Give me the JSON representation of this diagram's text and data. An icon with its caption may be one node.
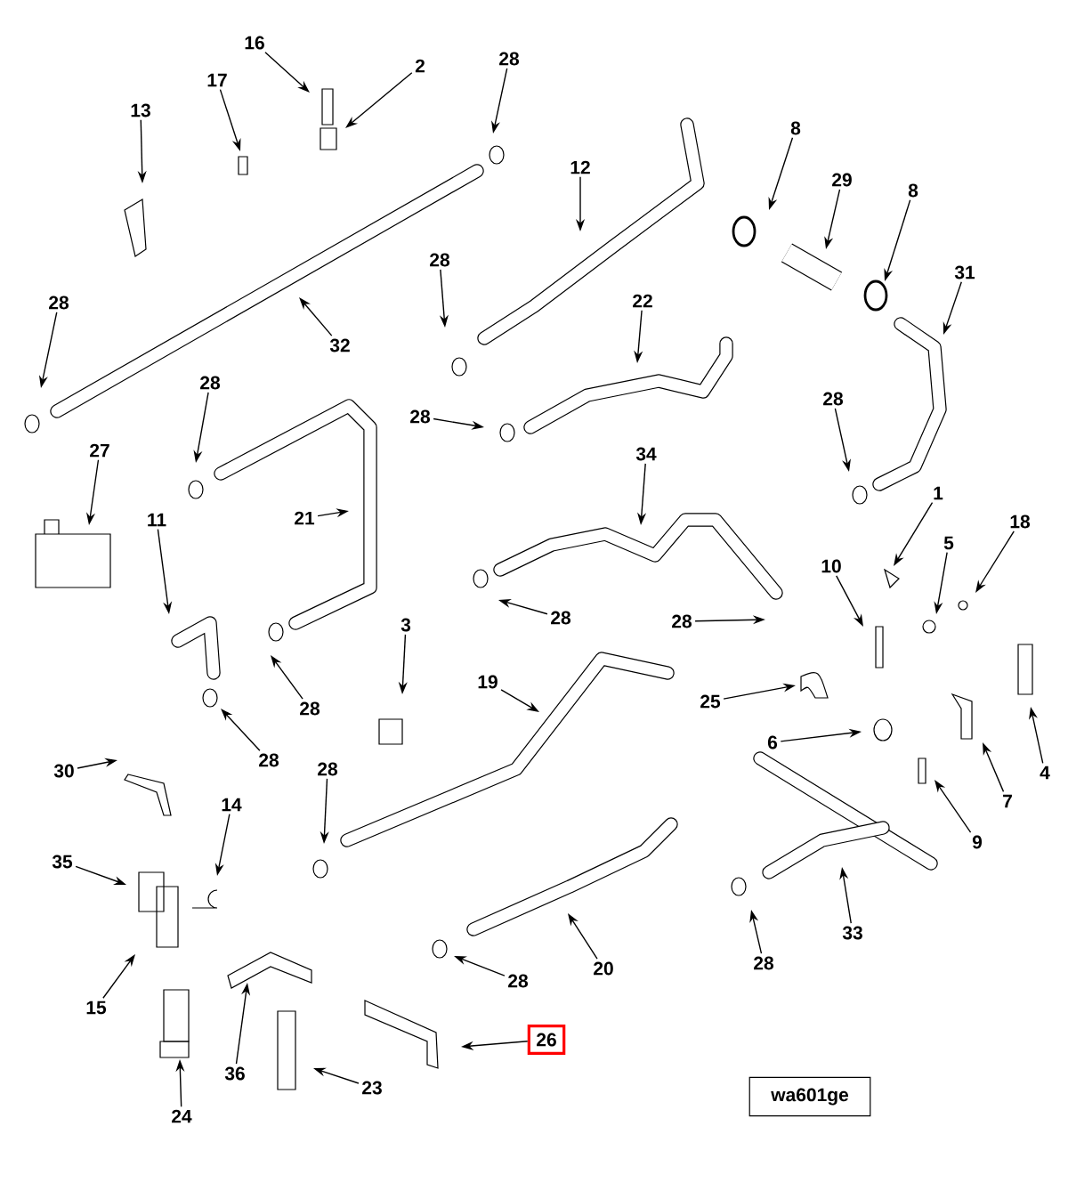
{
  "diagram": {
    "nodes": [
      {
        "text": [
          "16"
        ]
      },
      {
        "text": [
          "2"
        ]
      },
      {
        "text": [
          "28"
        ]
      },
      {
        "text": [
          "17"
        ]
      },
      {
        "text": [
          "13"
        ]
      },
      {
        "text": [
          "12"
        ]
      },
      {
        "text": [
          "8"
        ]
      },
      {
        "text": [
          "29"
        ]
      },
      {
        "text": [
          "8"
        ]
      },
      {
        "text": [
          "28"
        ]
      },
      {
        "text": [
          "32"
        ]
      },
      {
        "text": [
          "28"
        ]
      },
      {
        "text": [
          "31"
        ]
      },
      {
        "text": [
          "22"
        ]
      },
      {
        "text": [
          "28"
        ]
      },
      {
        "text": [
          "28"
        ]
      },
      {
        "text": [
          "28"
        ]
      },
      {
        "text": [
          "27"
        ]
      },
      {
        "text": [
          "21"
        ]
      },
      {
        "text": [
          "34"
        ]
      },
      {
        "text": [
          "1"
        ]
      },
      {
        "text": [
          "11"
        ]
      },
      {
        "text": [
          "5"
        ]
      },
      {
        "text": [
          "18"
        ]
      },
      {
        "text": [
          "10"
        ]
      },
      {
        "text": [
          "28"
        ]
      },
      {
        "text": [
          "28"
        ]
      },
      {
        "text": [
          "3"
        ]
      },
      {
        "text": [
          "28"
        ]
      },
      {
        "text": [
          "28"
        ]
      },
      {
        "text": [
          "19"
        ]
      },
      {
        "text": [
          "25"
        ]
      },
      {
        "text": [
          "6"
        ]
      },
      {
        "text": [
          "4"
        ]
      },
      {
        "text": [
          "30"
        ]
      },
      {
        "text": [
          "7"
        ]
      },
      {
        "text": [
          "28"
        ]
      },
      {
        "text": [
          "14"
        ]
      },
      {
        "text": [
          "9"
        ]
      },
      {
        "text": [
          "35"
        ]
      },
      {
        "text": [
          "28"
        ]
      },
      {
        "text": [
          "33"
        ]
      },
      {
        "text": [
          "15"
        ]
      },
      {
        "text": [
          "20"
        ]
      },
      {
        "text": [
          "28"
        ]
      },
      {
        "text": [
          "36"
        ]
      },
      {
        "text": [
          "23"
        ]
      },
      {
        "text": [
          "24"
        ]
      },
      {
        "text": [
          "26"
        ]
      },
      {
        "text": [
          "wa601ge"
        ]
      }
    ],
    "edges": [
      {
        "from": 0,
        "to": null,
        "arrow": "to"
      },
      {
        "from": 1,
        "to": null,
        "arrow": "to"
      },
      {
        "from": 2,
        "to": null,
        "arrow": "to"
      },
      {
        "from": 3,
        "to": null,
        "arrow": "to"
      },
      {
        "from": 4,
        "to": null,
        "arrow": "to"
      },
      {
        "from": 5,
        "to": null,
        "arrow": "to"
      },
      {
        "from": 6,
        "to": null,
        "arrow": "to"
      },
      {
        "from": 7,
        "to": null,
        "arrow": "to"
      },
      {
        "from": 8,
        "to": null,
        "arrow": "to"
      },
      {
        "from": 9,
        "to": null,
        "arrow": "to"
      },
      {
        "from": 10,
        "to": null,
        "arrow": "to"
      },
      {
        "from": 11,
        "to": null,
        "arrow": "to"
      },
      {
        "from": 12,
        "to": null,
        "arrow": "to"
      },
      {
        "from": 13,
        "to": null,
        "arrow": "to"
      },
      {
        "from": 14,
        "to": null,
        "arrow": "to"
      },
      {
        "from": 15,
        "to": null,
        "arrow": "to"
      },
      {
        "from": 16,
        "to": null,
        "arrow": "to"
      },
      {
        "from": 17,
        "to": null,
        "arrow": "to"
      },
      {
        "from": 18,
        "to": null,
        "arrow": "to"
      },
      {
        "from": 19,
        "to": null,
        "arrow": "to"
      },
      {
        "from": 20,
        "to": null,
        "arrow": "to"
      },
      {
        "from": 21,
        "to": null,
        "arrow": "to"
      },
      {
        "from": 22,
        "to": null,
        "arrow": "to"
      },
      {
        "from": 23,
        "to": null,
        "arrow": "to"
      },
      {
        "from": 24,
        "to": null,
        "arrow": "to"
      },
      {
        "from": 25,
        "to": null,
        "arrow": "to"
      },
      {
        "from": 26,
        "to": null,
        "arrow": "to"
      },
      {
        "from": 27,
        "to": null,
        "arrow": "to"
      },
      {
        "from": 28,
        "to": null,
        "arrow": "to"
      },
      {
        "from": 29,
        "to": null,
        "arrow": "to"
      },
      {
        "from": 30,
        "to": null,
        "arrow": "to"
      },
      {
        "from": 31,
        "to": null,
        "arrow": "to"
      },
      {
        "from": 32,
        "to": null,
        "arrow": "to"
      },
      {
        "from": 33,
        "to": null,
        "arrow": "to"
      },
      {
        "from": 34,
        "to": null,
        "arrow": "to"
      },
      {
        "from": 35,
        "to": null,
        "arrow": "to"
      },
      {
        "from": 36,
        "to": null,
        "arrow": "to"
      },
      {
        "from": 37,
        "to": null,
        "arrow": "to"
      },
      {
        "from": 38,
        "to": null,
        "arrow": "to"
      },
      {
        "from": 39,
        "to": null,
        "arrow": "to"
      },
      {
        "from": 40,
        "to": null,
        "arrow": "to"
      },
      {
        "from": 41,
        "to": null,
        "arrow": "to"
      },
      {
        "from": 42,
        "to": null,
        "arrow": "to"
      },
      {
        "from": 43,
        "to": null,
        "arrow": "to"
      },
      {
        "from": 44,
        "to": null,
        "arrow": "to"
      },
      {
        "from": 45,
        "to": null,
        "arrow": "to"
      },
      {
        "from": 46,
        "to": null,
        "arrow": "to"
      },
      {
        "from": 47,
        "to": null,
        "arrow": "to"
      },
      {
        "from": 48,
        "to": null,
        "arrow": "to"
      }
    ]
  }
}
